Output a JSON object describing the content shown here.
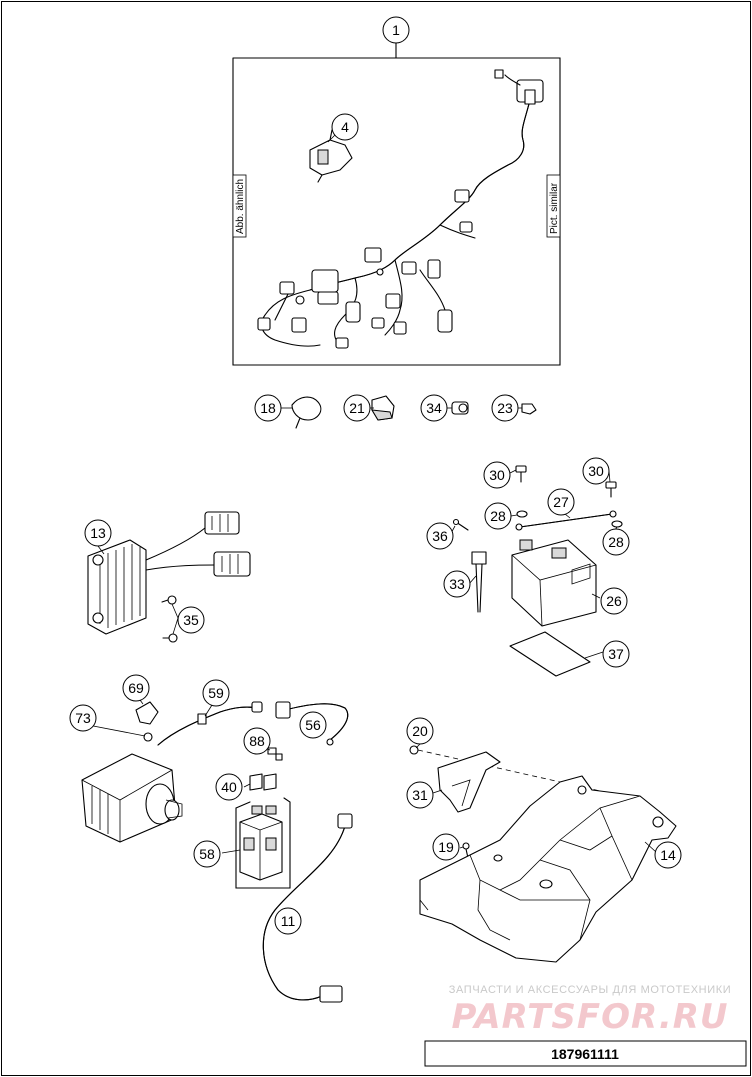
{
  "assembly_box": {
    "left_label": "Abb. ähnlich",
    "right_label": "Pict. similar"
  },
  "callouts": [
    {
      "id": "c1",
      "number": "1"
    },
    {
      "id": "c4",
      "number": "4"
    },
    {
      "id": "c18",
      "number": "18"
    },
    {
      "id": "c21",
      "number": "21"
    },
    {
      "id": "c34",
      "number": "34"
    },
    {
      "id": "c23",
      "number": "23"
    },
    {
      "id": "c30a",
      "number": "30"
    },
    {
      "id": "c30b",
      "number": "30"
    },
    {
      "id": "c27",
      "number": "27"
    },
    {
      "id": "c28a",
      "number": "28"
    },
    {
      "id": "c28b",
      "number": "28"
    },
    {
      "id": "c36",
      "number": "36"
    },
    {
      "id": "c33",
      "number": "33"
    },
    {
      "id": "c26",
      "number": "26"
    },
    {
      "id": "c37",
      "number": "37"
    },
    {
      "id": "c13",
      "number": "13"
    },
    {
      "id": "c35",
      "number": "35"
    },
    {
      "id": "c69",
      "number": "69"
    },
    {
      "id": "c59",
      "number": "59"
    },
    {
      "id": "c73",
      "number": "73"
    },
    {
      "id": "c56",
      "number": "56"
    },
    {
      "id": "c88",
      "number": "88"
    },
    {
      "id": "c40",
      "number": "40"
    },
    {
      "id": "c58",
      "number": "58"
    },
    {
      "id": "c11",
      "number": "11"
    },
    {
      "id": "c20",
      "number": "20"
    },
    {
      "id": "c31",
      "number": "31"
    },
    {
      "id": "c19",
      "number": "19"
    },
    {
      "id": "c14",
      "number": "14"
    }
  ],
  "watermark": {
    "tagline": "ЗАПЧАСТИ И АКСЕССУАРЫ ДЛЯ МОТОТЕХНИКИ",
    "brand": "PARTSFOR.RU"
  },
  "document_number": "187961111"
}
